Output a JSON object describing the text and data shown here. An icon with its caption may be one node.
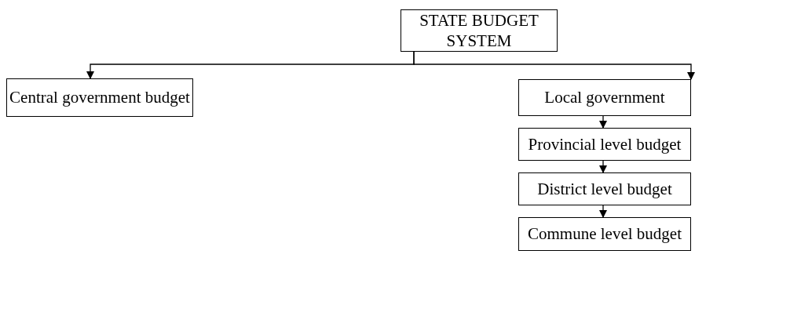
{
  "diagram": {
    "nodes": [
      {
        "text": [
          "STATE BUDGET SYSTEM"
        ]
      },
      {
        "text": [
          "Central government budget"
        ]
      },
      {
        "text": [
          "Local government"
        ]
      },
      {
        "text": [
          "Provincial level budget"
        ]
      },
      {
        "text": [
          "District level budget"
        ]
      },
      {
        "text": [
          "Commune level budget"
        ]
      }
    ],
    "edges": [
      {
        "from": 0,
        "to": 1,
        "arrow": "to"
      },
      {
        "from": 0,
        "to": 2,
        "arrow": "to"
      },
      {
        "from": 2,
        "to": 3,
        "arrow": "to"
      },
      {
        "from": 3,
        "to": 4,
        "arrow": "to"
      },
      {
        "from": 4,
        "to": 5,
        "arrow": "to"
      }
    ]
  }
}
